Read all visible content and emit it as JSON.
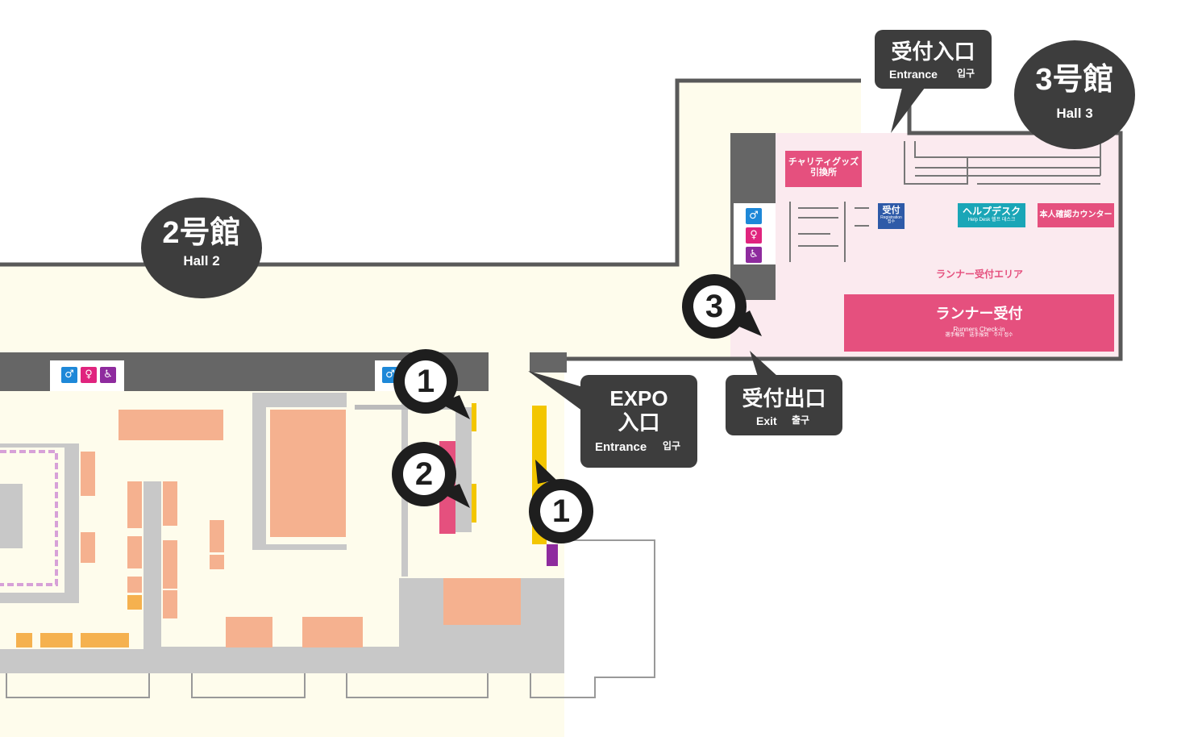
{
  "map": {
    "hall2": {
      "name": "2号館",
      "sub": "Hall 2"
    },
    "hall3": {
      "name": "3号館",
      "sub": "Hall 3"
    },
    "entrance_top": {
      "title": "受付入口",
      "en": "Entrance",
      "ko": "입구"
    },
    "expo_entrance": {
      "line1": "EXPO",
      "line2": "入口",
      "en": "Entrance",
      "ko": "입구"
    },
    "exit": {
      "title": "受付出口",
      "en": "Exit",
      "ko": "출구"
    },
    "booths": {
      "charity": {
        "line1": "チャリティグッズ",
        "line2": "引換所"
      },
      "reception": {
        "title": "受付",
        "sub1": "Registration",
        "sub2": "접수"
      },
      "helpdesk": {
        "title": "ヘルプデスク",
        "en": "Help Desk",
        "ko": "헬프 데스크"
      },
      "id_check": "本人確認カウンター",
      "runner_area": "ランナー受付エリア",
      "runner_checkin": {
        "title": "ランナー受付",
        "en": "Runners Check-in",
        "ko": "選手報到　选手报到　주자 접수"
      }
    },
    "markers": {
      "one": "1",
      "two": "2",
      "three": "3"
    },
    "icons": {
      "male": "male-restroom-icon",
      "female": "female-restroom-icon",
      "accessible": "accessible-restroom-icon"
    },
    "colors": {
      "hall_floor": "#fefcec",
      "hall3_floor": "#fbeaef",
      "checkin_pink": "#e5507e",
      "booth_orange": "#f5b18f",
      "helpdesk_teal": "#1aa6b7",
      "reception_blue": "#2e5aa8",
      "dark_label": "#3d3d3d"
    }
  }
}
